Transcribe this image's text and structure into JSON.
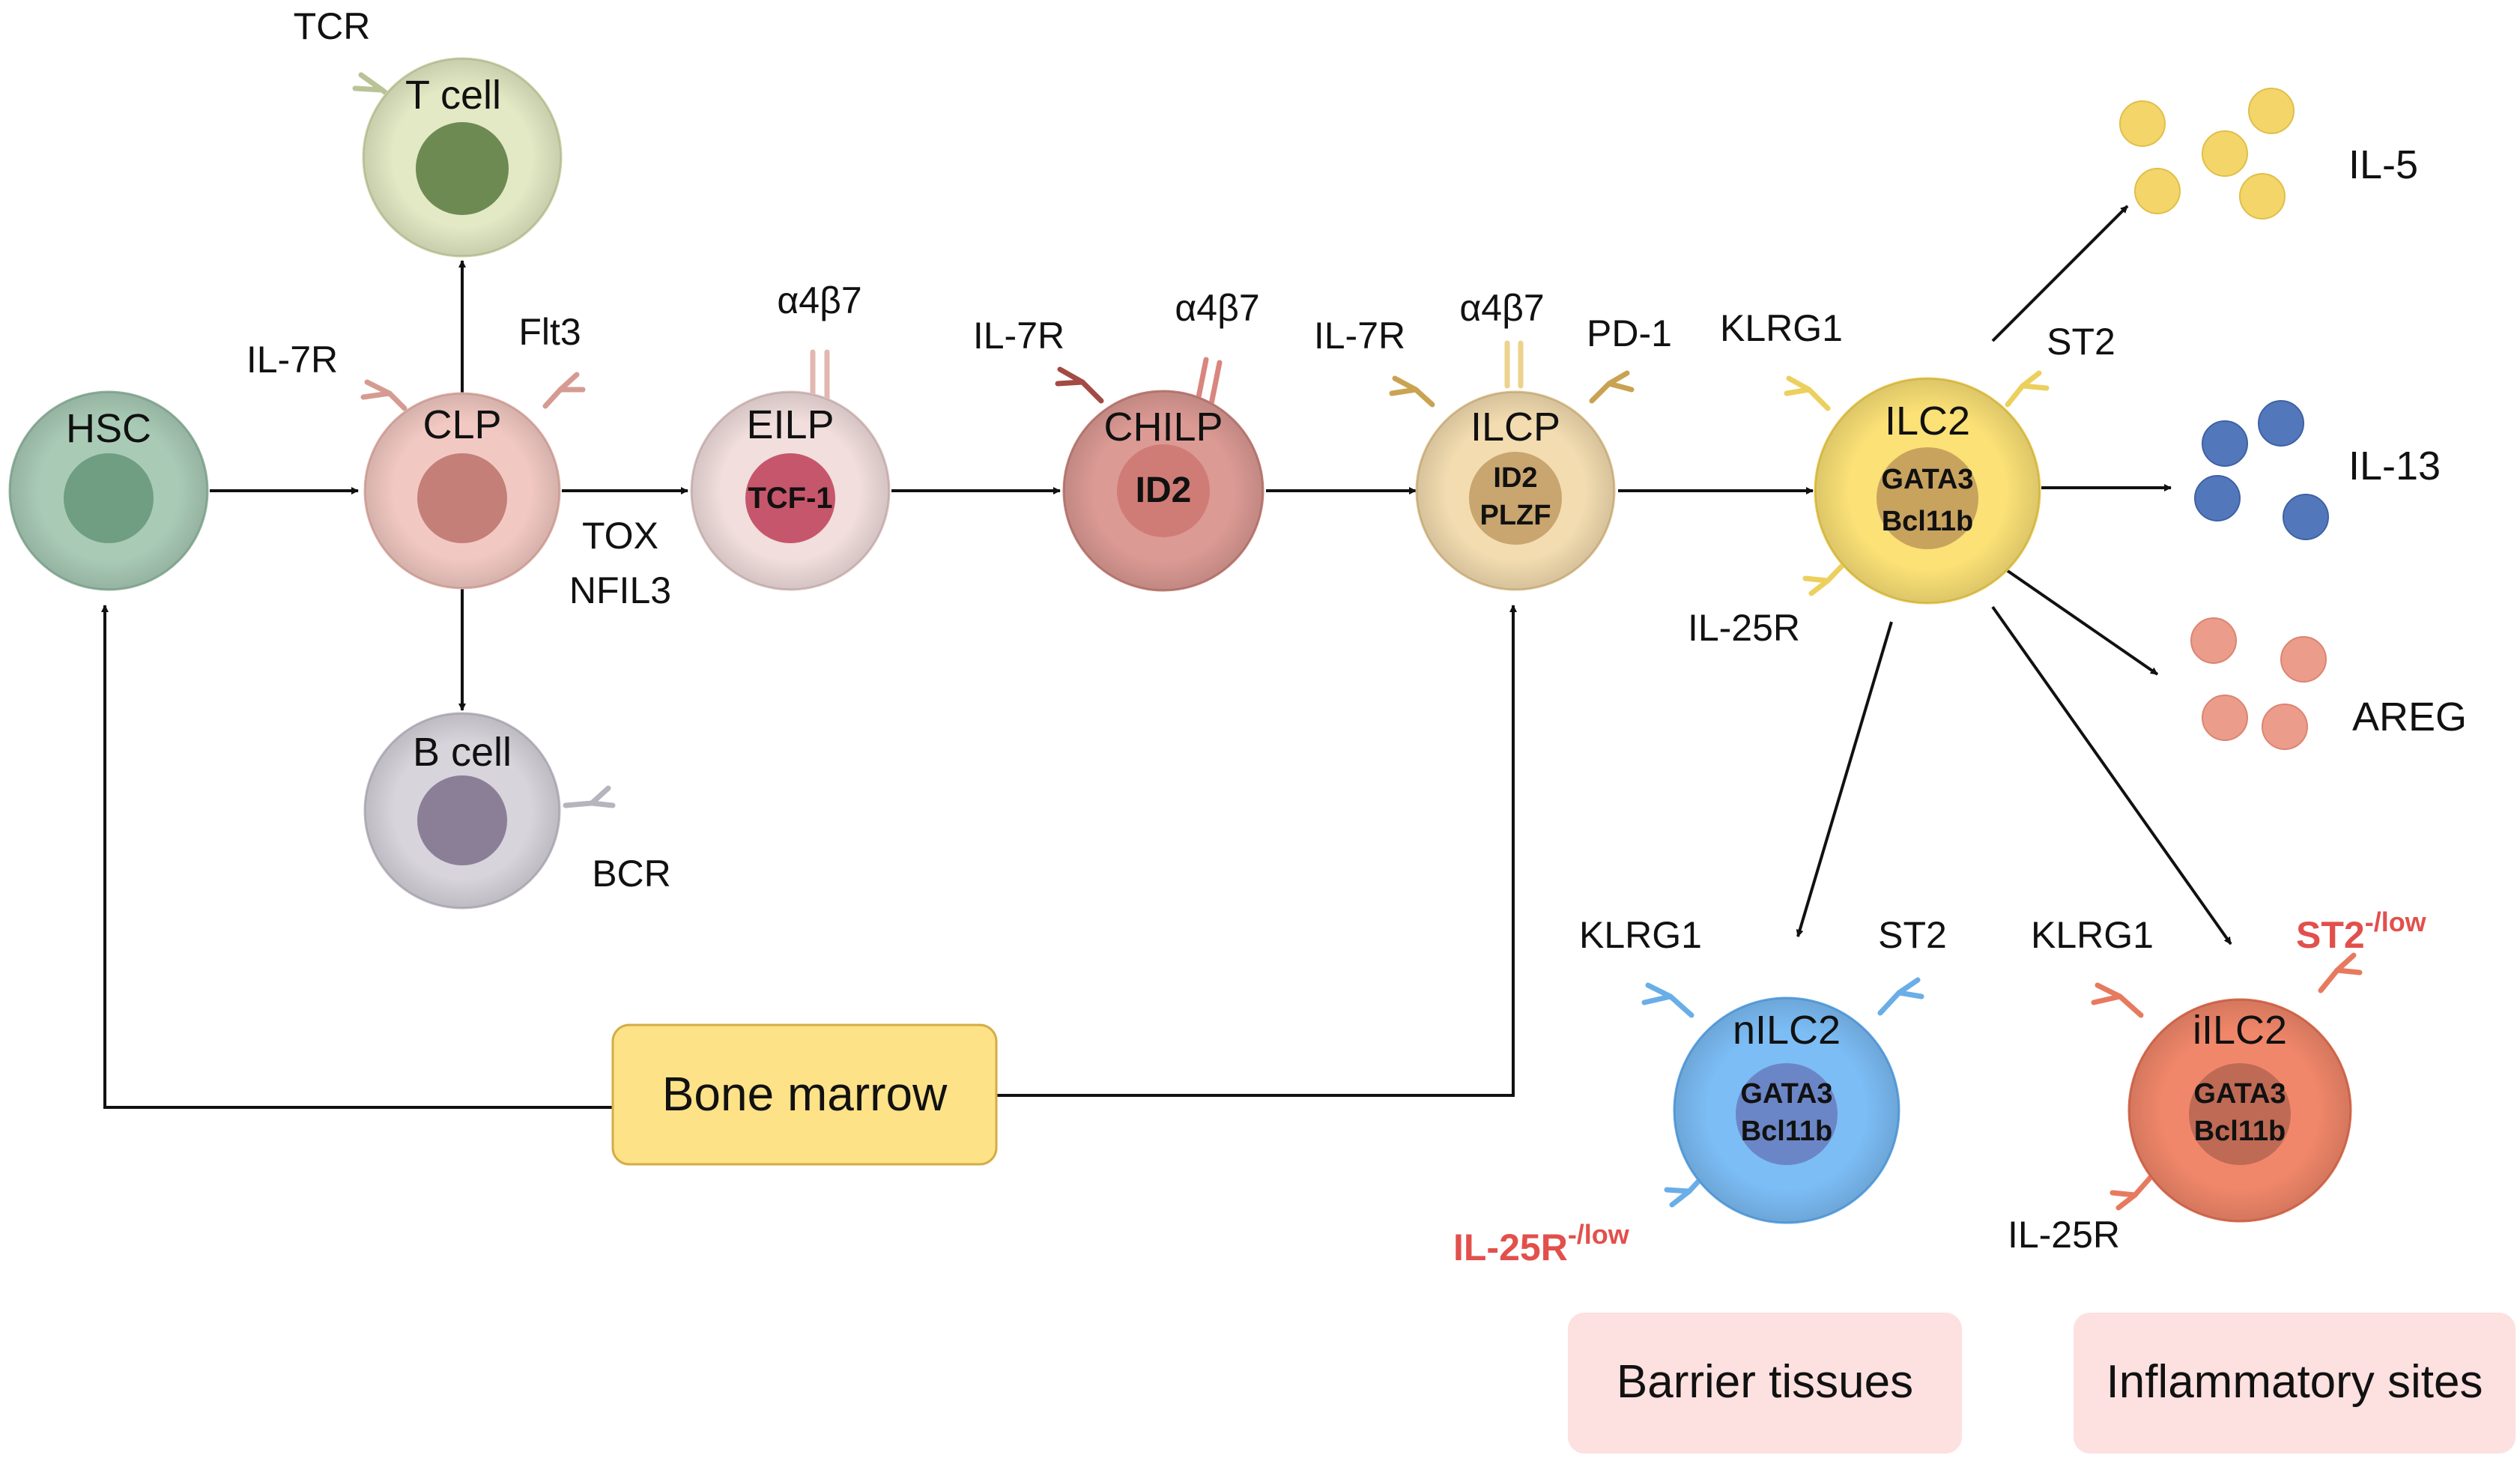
{
  "colors": {
    "hsc": "#a9cbb6",
    "clp": "#f2c9c2",
    "tcell": "#e3e9c4",
    "bcell": "#d7d4dc",
    "eilp": "#f1dedd",
    "chilp": "#dc9a94",
    "ilcp": "#f3dcb0",
    "ilc2": "#fbe176",
    "nilc2": "#7cbdf6",
    "iilc2": "#f1876a",
    "bone_marrow": "#fde288",
    "context_box": "#fde0e0",
    "red_label": "#e2504c",
    "il5": "#f3d56a",
    "il13": "#5277ba",
    "areg": "#ec9c8a"
  },
  "cells": {
    "hsc": {
      "name": "HSC"
    },
    "clp": {
      "name": "CLP"
    },
    "tcell": {
      "name": "T cell"
    },
    "bcell": {
      "name": "B cell"
    },
    "eilp": {
      "name": "EILP",
      "factor": "TCF-1"
    },
    "chilp": {
      "name": "CHILP",
      "factor": "ID2"
    },
    "ilcp": {
      "name": "ILCP",
      "factor1": "ID2",
      "factor2": "PLZF"
    },
    "ilc2": {
      "name": "ILC2",
      "factor1": "GATA3",
      "factor2": "Bcl11b"
    },
    "nilc2": {
      "name": "nILC2",
      "factor1": "GATA3",
      "factor2": "Bcl11b"
    },
    "iilc2": {
      "name": "iILC2",
      "factor1": "GATA3",
      "factor2": "Bcl11b"
    }
  },
  "receptors": {
    "tcr": "TCR",
    "bcr": "BCR",
    "clp_il7r": "IL-7R",
    "clp_flt3": "Flt3",
    "eilp_a4b7": "α4β7",
    "chilp_il7r": "IL-7R",
    "chilp_a4b7": "α4β7",
    "ilcp_il7r": "IL-7R",
    "ilcp_a4b7": "α4β7",
    "ilcp_pd1": "PD-1",
    "ilc2_klrg1": "KLRG1",
    "ilc2_st2": "ST2",
    "ilc2_il25r": "IL-25R",
    "nilc2_klrg1": "KLRG1",
    "nilc2_st2": "ST2",
    "nilc2_il25r": "IL-25R",
    "nilc2_il25r_sup": "-/low",
    "iilc2_klrg1": "KLRG1",
    "iilc2_st2": "ST2",
    "iilc2_st2_sup": "-/low",
    "iilc2_il25r": "IL-25R"
  },
  "factors": {
    "tox": "TOX",
    "nfil3": "NFIL3"
  },
  "cytokines": {
    "il5": "IL-5",
    "il13": "IL-13",
    "areg": "AREG"
  },
  "locations": {
    "bone_marrow": "Bone marrow",
    "barrier": "Barrier tissues",
    "inflammatory": "Inflammatory sites"
  }
}
